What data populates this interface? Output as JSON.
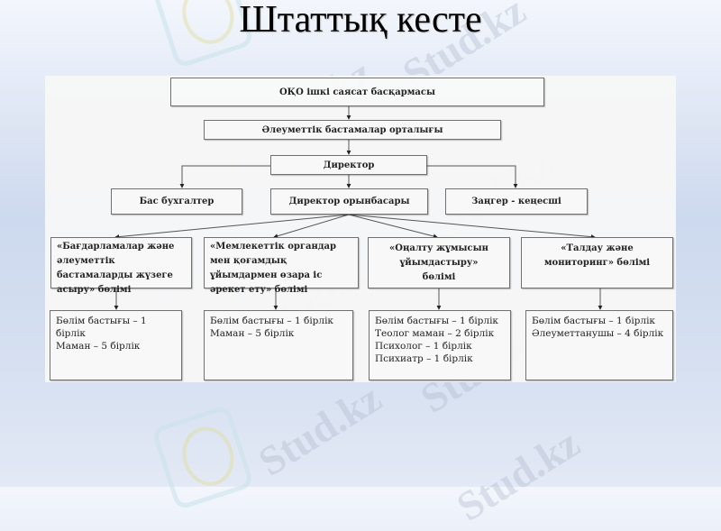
{
  "slide": {
    "title": "Штаттық кесте",
    "watermark_text": "Stud.kz"
  },
  "chart": {
    "level1": {
      "label": "ОҚО ішкі саясат басқармасы"
    },
    "level2": {
      "label": "Әлеуметтік бастамалар орталығы"
    },
    "level3": {
      "label": "Директор"
    },
    "level4": [
      {
        "label": "Бас бухгалтер"
      },
      {
        "label": "Директор орынбасары"
      },
      {
        "label": "Заңгер - кеңесші"
      }
    ],
    "departments": [
      {
        "label": "«Бағдарламалар және әлеуметтік бастамаларды жүзеге асыру» бөлімі",
        "staff": [
          "Бөлім бастығы – 1 бірлік",
          "Маман – 5 бірлік"
        ]
      },
      {
        "label": "«Мемлекеттік органдар мен қоғамдық ұйымдармен өзара іс әрекет ету» бөлімі",
        "staff": [
          "Бөлім бастығы – 1 бірлік",
          "Маман – 5 бірлік"
        ]
      },
      {
        "label": "«Оңалту жұмысын ұйымдастыру» бөлімі",
        "staff": [
          "Бөлім бастығы – 1 бірлік",
          "Теолог маман – 2 бірлік",
          "Психолог – 1 бірлік",
          "Психиатр – 1 бірлік"
        ]
      },
      {
        "label": "«Талдау және мониторинг» бөлімі",
        "staff": [
          "Бөлім бастығы – 1 бірлік",
          "Әлеуметтанушы – 4 бірлік"
        ]
      }
    ]
  }
}
